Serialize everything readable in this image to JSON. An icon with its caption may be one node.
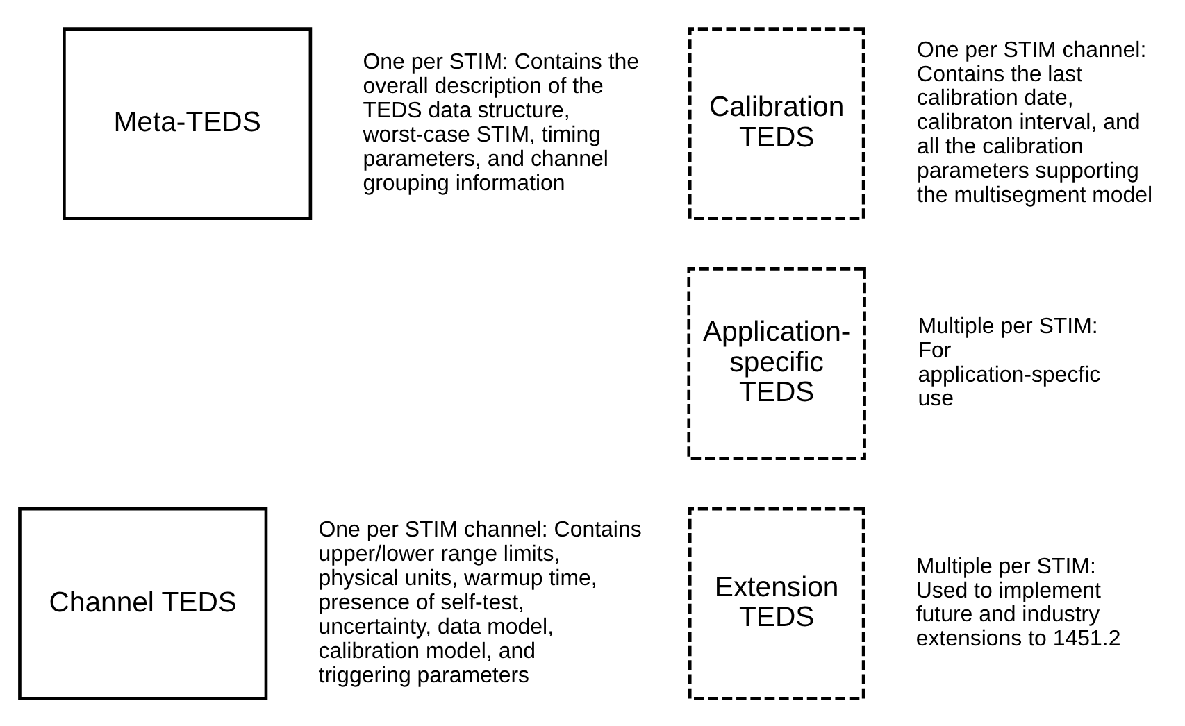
{
  "diagram": {
    "nodes": [
      {
        "text": [
          "Meta-TEDS"
        ],
        "beside": [
          "One per STIM: Contains the overall description of the TEDS data structure, worst-case STIM, timing parameters, and channel grouping information"
        ]
      },
      {
        "text": [
          "Channel TEDS"
        ],
        "beside": [
          "One per STIM channel: Contains upper/lower range limits, physical units, warmup time, presence of self-test, uncertainty, data model, calibration model, and triggering parameters"
        ]
      },
      {
        "text": [
          "Calibration TEDS"
        ],
        "beside": [
          "One per STIM channel: Contains the last calibration date, calibraton interval, and all the calibration parameters supporting the multisegment model"
        ]
      },
      {
        "text": [
          "Application-specific TEDS"
        ],
        "beside": [
          "Multiple per STIM: For application-specfic use"
        ]
      },
      {
        "text": [
          "Extension TEDS"
        ],
        "beside": [
          "Multiple per STIM: Used to implement future and industry extensions to 1451.2"
        ]
      }
    ],
    "edges": []
  }
}
